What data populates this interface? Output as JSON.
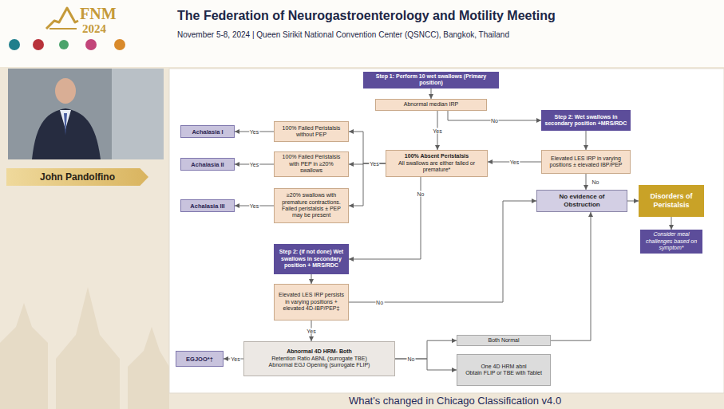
{
  "diagram": {
    "title": "The Federation of Neurogastroenterology and Motility Meeting",
    "caption": "What's changed in Chicago Classification v4.0",
    "nodes": [
      {
        "text": [
          "John Pandolfino"
        ]
      },
      {
        "text": [
          "Step 1: Perform 10 wet swallows (Primary position)"
        ]
      },
      {
        "text": [
          "Abnormal median IRP"
        ]
      },
      {
        "text": [
          "Step 2: Wet swallows in secondary position +MRS/RDC"
        ]
      },
      {
        "text": [
          "Achalasia I"
        ]
      },
      {
        "text": [
          "100% Failed Peristalsis without PEP"
        ]
      },
      {
        "text": [
          "100% Absent Peristalsis",
          "All swallows are either failed or premature*"
        ]
      },
      {
        "text": [
          "Elevated LES IRP in varying positions ± elevated IBP/PEP"
        ]
      },
      {
        "text": [
          "Achalasia II"
        ]
      },
      {
        "text": [
          "100% Failed Peristalsis with PEP in ≥20% swallows"
        ]
      },
      {
        "text": [
          "No evidence of Obstruction"
        ]
      },
      {
        "text": [
          "Disorders of Peristalsis"
        ]
      },
      {
        "text": [
          "Consider meal challenges based on symptom*"
        ]
      },
      {
        "text": [
          "Achalasia III"
        ]
      },
      {
        "text": [
          "≥20% swallows with premature contractions. Failed peristalsis ± PEP may be present"
        ]
      },
      {
        "text": [
          "Step 2: (if not done) Wet swallows in secondary position + MRS/RDC"
        ]
      },
      {
        "text": [
          "Elevated LES IRP persists in varying positions + elevated 4D-IBP/PEP‡"
        ]
      },
      {
        "text": [
          "Both Normal"
        ]
      },
      {
        "text": [
          "Abnormal 4D HRM- Both",
          "Retention Ratio ABNL (surrogate TBE)",
          "Abnormal EGJ Opening (surrogate FLIP)"
        ]
      },
      {
        "text": [
          "EGJOO*†"
        ]
      },
      {
        "text": [
          "One 4D HRM abnl",
          "Obtain FLIP or TBE with Tablet"
        ]
      }
    ],
    "edges": [
      {
        "from": 1,
        "to": 2,
        "arrow": "to"
      },
      {
        "from": 2,
        "to": 6,
        "label": "Yes",
        "arrow": "to"
      },
      {
        "from": 2,
        "to": 3,
        "label": "No",
        "arrow": "to"
      },
      {
        "from": 3,
        "to": 7,
        "arrow": "to"
      },
      {
        "from": 7,
        "to": 6,
        "label": "Yes",
        "arrow": "to"
      },
      {
        "from": 7,
        "to": 10,
        "label": "No",
        "arrow": "to"
      },
      {
        "from": 6,
        "to": 5,
        "arrow": "to"
      },
      {
        "from": 6,
        "to": 9,
        "label": "Yes",
        "arrow": "to"
      },
      {
        "from": 6,
        "to": 14,
        "arrow": "to"
      },
      {
        "from": 5,
        "to": 4,
        "label": "Yes",
        "arrow": "to"
      },
      {
        "from": 9,
        "to": 8,
        "label": "Yes",
        "arrow": "to"
      },
      {
        "from": 14,
        "to": 13,
        "label": "Yes",
        "arrow": "to"
      },
      {
        "from": 6,
        "to": 15,
        "label": "No",
        "arrow": "to"
      },
      {
        "from": 15,
        "to": 16,
        "arrow": "to"
      },
      {
        "from": 16,
        "to": 18,
        "label": "Yes",
        "arrow": "to"
      },
      {
        "from": 16,
        "to": 10,
        "label": "No",
        "arrow": "to"
      },
      {
        "from": 18,
        "to": 19,
        "label": "Yes",
        "arrow": "to"
      },
      {
        "from": 18,
        "to": 17,
        "label": "No",
        "arrow": "to"
      },
      {
        "from": 18,
        "to": 20,
        "arrow": "to"
      },
      {
        "from": 17,
        "to": 10,
        "arrow": "to"
      },
      {
        "from": 10,
        "to": 11,
        "arrow": "to"
      },
      {
        "from": 11,
        "to": 12,
        "arrow": "to"
      }
    ],
    "labels": [
      "FNM",
      "2024",
      "November 5-8, 2024 | Queen Sirikit National Convention Center (QSNCC), Bangkok, Thailand"
    ]
  }
}
